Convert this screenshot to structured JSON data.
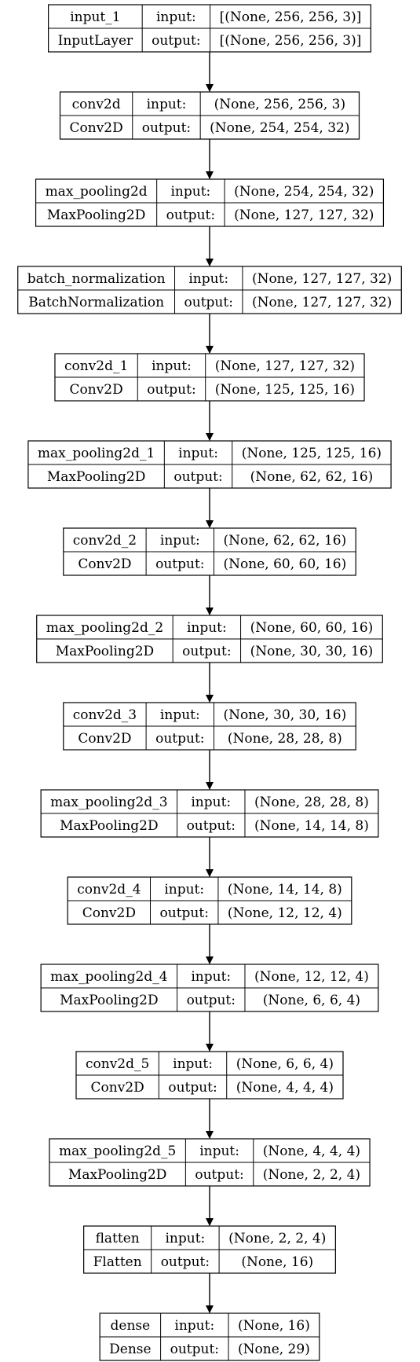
{
  "labels": {
    "input": "input:",
    "output": "output:"
  },
  "layers": [
    {
      "name": "input_1",
      "type": "InputLayer",
      "input": "[(None, 256, 256, 3)]",
      "output": "[(None, 256, 256, 3)]"
    },
    {
      "name": "conv2d",
      "type": "Conv2D",
      "input": "(None, 256, 256, 3)",
      "output": "(None, 254, 254, 32)"
    },
    {
      "name": "max_pooling2d",
      "type": "MaxPooling2D",
      "input": "(None, 254, 254, 32)",
      "output": "(None, 127, 127, 32)"
    },
    {
      "name": "batch_normalization",
      "type": "BatchNormalization",
      "input": "(None, 127, 127, 32)",
      "output": "(None, 127, 127, 32)"
    },
    {
      "name": "conv2d_1",
      "type": "Conv2D",
      "input": "(None, 127, 127, 32)",
      "output": "(None, 125, 125, 16)"
    },
    {
      "name": "max_pooling2d_1",
      "type": "MaxPooling2D",
      "input": "(None, 125, 125, 16)",
      "output": "(None, 62, 62, 16)"
    },
    {
      "name": "conv2d_2",
      "type": "Conv2D",
      "input": "(None, 62, 62, 16)",
      "output": "(None, 60, 60, 16)"
    },
    {
      "name": "max_pooling2d_2",
      "type": "MaxPooling2D",
      "input": "(None, 60, 60, 16)",
      "output": "(None, 30, 30, 16)"
    },
    {
      "name": "conv2d_3",
      "type": "Conv2D",
      "input": "(None, 30, 30, 16)",
      "output": "(None, 28, 28, 8)"
    },
    {
      "name": "max_pooling2d_3",
      "type": "MaxPooling2D",
      "input": "(None, 28, 28, 8)",
      "output": "(None, 14, 14, 8)"
    },
    {
      "name": "conv2d_4",
      "type": "Conv2D",
      "input": "(None, 14, 14, 8)",
      "output": "(None, 12, 12, 4)"
    },
    {
      "name": "max_pooling2d_4",
      "type": "MaxPooling2D",
      "input": "(None, 12, 12, 4)",
      "output": "(None, 6, 6, 4)"
    },
    {
      "name": "conv2d_5",
      "type": "Conv2D",
      "input": "(None, 6, 6, 4)",
      "output": "(None, 4, 4, 4)"
    },
    {
      "name": "max_pooling2d_5",
      "type": "MaxPooling2D",
      "input": "(None, 4, 4, 4)",
      "output": "(None, 2, 2, 4)"
    },
    {
      "name": "flatten",
      "type": "Flatten",
      "input": "(None, 2, 2, 4)",
      "output": "(None, 16)"
    },
    {
      "name": "dense",
      "type": "Dense",
      "input": "(None, 16)",
      "output": "(None, 29)"
    }
  ]
}
